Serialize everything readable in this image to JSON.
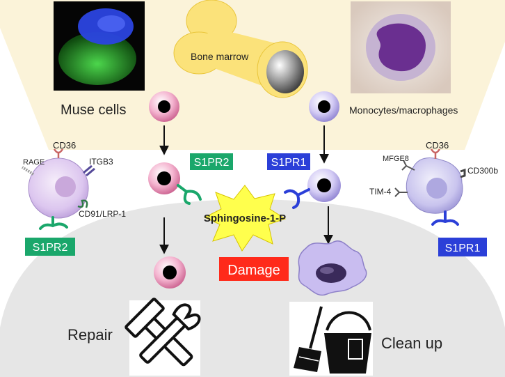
{
  "labels": {
    "bone_marrow": "Bone marrow",
    "muse_cells": "Muse cells",
    "monocytes": "Monocytes/macrophages",
    "sphingosine": "Sphingosine-1-P",
    "damage": "Damage",
    "repair": "Repair",
    "clean_up": "Clean up"
  },
  "receptor_tags": {
    "s1pr2_center": "S1PR2",
    "s1pr1_center": "S1PR1",
    "s1pr2_left": "S1PR2",
    "s1pr1_right": "S1PR1"
  },
  "muse_receptors": {
    "cd36": "CD36",
    "rage": "RAGE",
    "itgb3": "ITGB3",
    "cd91": "CD91/LRP-1"
  },
  "macrophage_receptors": {
    "cd36": "CD36",
    "mfge8": "MFGE8",
    "cd300b": "CD300b",
    "tim4": "TIM-4"
  },
  "colors": {
    "background_top": "#fbf3d9",
    "background_bottom": "#e6e6e6",
    "s1pr2_tag": "#1aa76b",
    "s1pr1_tag": "#2b3fd8",
    "damage_tag": "#ff2a1a",
    "star_fill": "#ffff4d",
    "muse_cell": "#f2a8c6",
    "monocyte": "#c8c0f0"
  },
  "icons": {
    "tools": "hammer-wrench-icon",
    "cleaning": "broom-bucket-icon"
  }
}
